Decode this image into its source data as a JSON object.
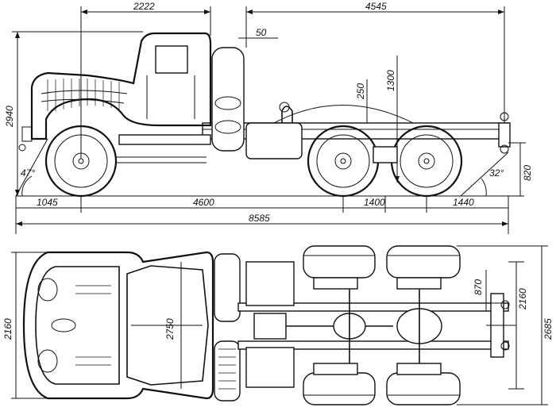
{
  "dimensions": {
    "cab_length": "2222",
    "rear_length": "4545",
    "offset_50": "50",
    "height_250": "250",
    "height_1300": "1300",
    "total_height": "2940",
    "frame_height": "820",
    "front_angle": "47°",
    "rear_angle": "32°",
    "front_overhang": "1045",
    "wheelbase": "4600",
    "bogie_base": "1400",
    "rear_overhang": "1440",
    "total_length": "8585",
    "front_track": "2160",
    "hood_width": "2750",
    "frame_width": "870",
    "rear_track": "2160",
    "overall_width": "2685"
  }
}
